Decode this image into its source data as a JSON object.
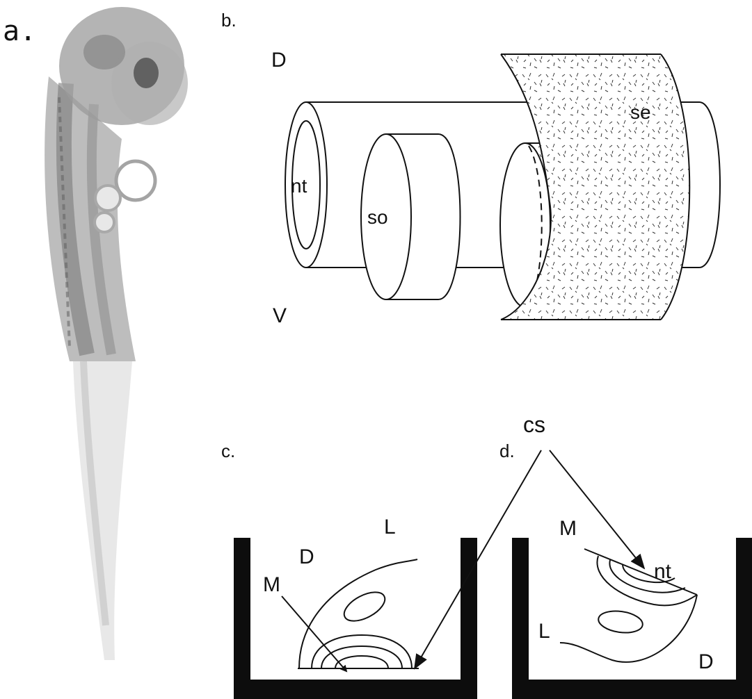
{
  "panels": {
    "a": {
      "label": "a."
    },
    "b": {
      "label": "b.",
      "dorsal": "D",
      "ventral": "V",
      "neural_tube": "nt",
      "somite": "so",
      "surface_ectoderm": "se"
    },
    "c": {
      "label": "c.",
      "lateral": "L",
      "dorsal": "D",
      "medial": "M"
    },
    "d": {
      "label": "d.",
      "medial": "M",
      "neural_tube": "nt",
      "lateral": "L",
      "dorsal": "D"
    },
    "shared": {
      "cut_surface": "cs"
    }
  },
  "colors": {
    "ink": "#111111",
    "embryo": "#6e6e6e",
    "frame": "#0d0d0d"
  }
}
